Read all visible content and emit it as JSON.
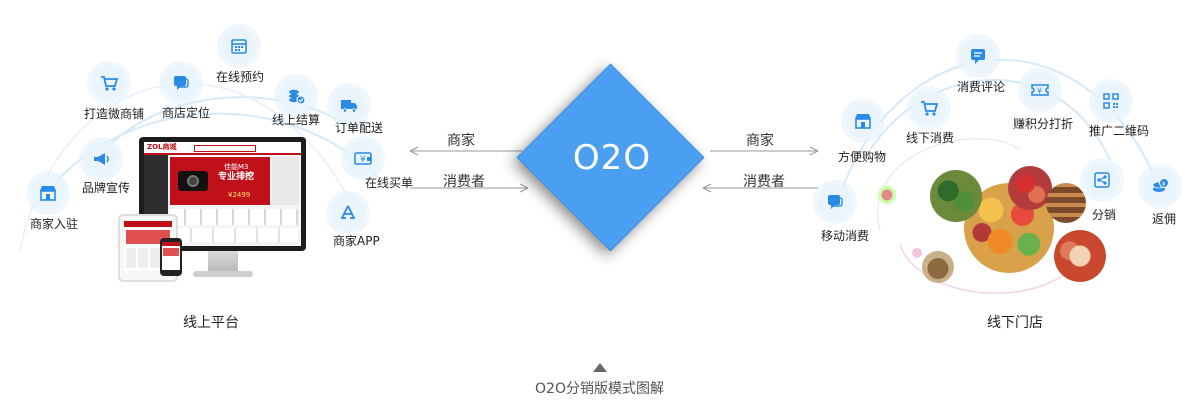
{
  "center": {
    "label": "O2O"
  },
  "left_arrows": {
    "top": "商家",
    "bottom": "消费者"
  },
  "right_arrows": {
    "top": "商家",
    "bottom": "消费者"
  },
  "left_nodes": {
    "merchant_join": "商家入驻",
    "brand_promo": "品牌宣传",
    "wechat_store": "打造微商铺",
    "store_locate": "商店定位",
    "online_booking": "在线预约",
    "online_settle": "线上结算",
    "order_delivery": "订单配送",
    "online_pay": "在线买单",
    "merchant_app": "商家APP"
  },
  "right_nodes": {
    "mobile_consume": "移动消费",
    "convenient_shop": "方便购物",
    "offline_consume": "线下消费",
    "consume_review": "消费评论",
    "earn_points": "赚积分打折",
    "qr_promo": "推广二维码",
    "distribution": "分销",
    "cashback": "返佣"
  },
  "screen": {
    "logo": "ZOL商城",
    "promo_line1": "佳能M3",
    "promo_line2": "专业排挖",
    "price": "¥2499"
  },
  "captions": {
    "online": "线上平台",
    "offline": "线下门店"
  },
  "footer": "O2O分销版模式图解",
  "colors": {
    "accent": "#4a9ff0",
    "icon_stroke": "#2b8ae6",
    "icon_bg": "#e9f4fd",
    "arc": "#d6e9f9"
  }
}
